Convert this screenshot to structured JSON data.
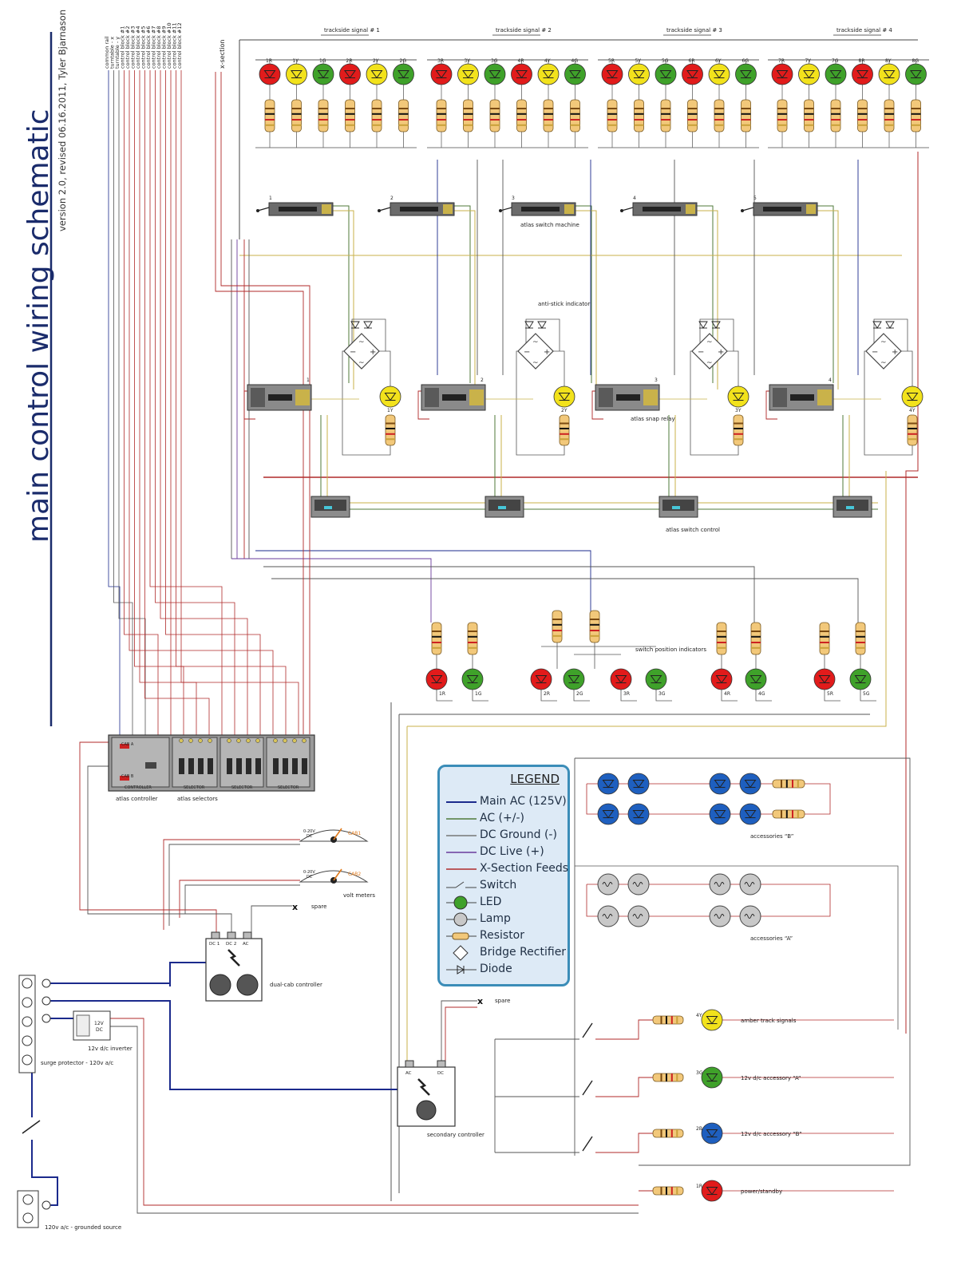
{
  "title": "main control wiring schematic",
  "subtitle": "version 2.0, revised 06.16.2011, Tyler Bjarnason",
  "bus_labels": [
    "common rail",
    "turntable - x",
    "turntable - y",
    "control block #1",
    "control block #2",
    "control block #3",
    "control block #4",
    "control block #5",
    "control block #6",
    "control block #7",
    "control block #8",
    "control block #9",
    "control block #10",
    "control block #11",
    "control block #12"
  ],
  "xsection_label": "x-section",
  "trackside": {
    "labels": [
      "trackside signal # 1",
      "trackside signal # 2",
      "trackside signal # 3",
      "trackside signal # 4"
    ],
    "leds": [
      [
        "1R",
        "1Y",
        "1G",
        "2R",
        "2Y",
        "2G"
      ],
      [
        "3R",
        "3Y",
        "3G",
        "4R",
        "4Y",
        "4G"
      ],
      [
        "5R",
        "5Y",
        "5G",
        "6R",
        "6Y",
        "6G"
      ],
      [
        "7R",
        "7Y",
        "7G",
        "8R",
        "8Y",
        "8G"
      ]
    ]
  },
  "switch_machines": {
    "numbers": [
      "1",
      "2",
      "3",
      "4",
      "5"
    ],
    "label": "atlas switch machine"
  },
  "snap_relays": {
    "numbers": [
      "1",
      "2",
      "3",
      "4"
    ],
    "label": "atlas snap relay",
    "led_labels": [
      "1Y",
      "2Y",
      "3Y",
      "4Y"
    ]
  },
  "anti_stick_label": "anti-stick indicator",
  "switch_control_label": "atlas switch control",
  "position_indicators": {
    "label": "switch position indicators",
    "leds": [
      "1R",
      "1G",
      "2R",
      "2G",
      "3R",
      "3G",
      "4R",
      "4G",
      "5R",
      "5G"
    ]
  },
  "controller_panel": {
    "labels": [
      "atlas controller",
      "atlas selectors"
    ],
    "module_labels": [
      "CONTROLLER",
      "SELECTOR",
      "SELECTOR",
      "SELECTOR"
    ],
    "cab_a": "CAB A",
    "cab_b": "CAB B",
    "ab_letters": [
      "A",
      "B"
    ]
  },
  "volt_meters": {
    "label": "volt meters",
    "meters": [
      {
        "range": "0-20V",
        "type": "DC",
        "cab": "CAB1"
      },
      {
        "range": "0-20V",
        "type": "DC",
        "cab": "CAB2"
      }
    ]
  },
  "dual_cab": {
    "label": "dual-cab controller",
    "terminals": [
      "DC 1",
      "DC 2",
      "AC"
    ],
    "spare": "spare"
  },
  "secondary": {
    "label": "secondary controller",
    "terminals": [
      "AC",
      "DC"
    ],
    "spare": "spare"
  },
  "surge_label": "surge protector - 120v a/c",
  "inverter": {
    "label": "12v d/c inverter",
    "mark": "12V",
    "mark2": "DC"
  },
  "source_label": "120v a/c - grounded source",
  "legend": {
    "title": "LEGEND",
    "items": [
      "Main AC (125V)",
      "AC (+/-)",
      "DC Ground (-)",
      "DC Live (+)",
      "X-Section Feeds",
      "Switch",
      "LED",
      "Lamp",
      "Resistor",
      "Bridge Rectifier",
      "Diode"
    ]
  },
  "accessories": {
    "b_label": "accessories “B”",
    "a_label": "accessories “A”"
  },
  "right_outputs": [
    {
      "id": "4Y",
      "label": "amber track signals"
    },
    {
      "id": "3G",
      "label": "12v d/c accessory “A”"
    },
    {
      "id": "2B",
      "label": "12v d/c accessory “B”"
    },
    {
      "id": "1R",
      "label": "power/standby"
    }
  ],
  "colors": {
    "main_ac": "#1b2a8c",
    "ac": "#4f7a3a",
    "dc_ground": "#777777",
    "dc_live": "#6a3b9c",
    "xsection": "#b02a2a",
    "led_red": "#e11b1b",
    "led_yellow": "#f2e21c",
    "led_green": "#3fa12a",
    "led_blue": "#1e5fbf",
    "title": "#1a2b6b"
  }
}
